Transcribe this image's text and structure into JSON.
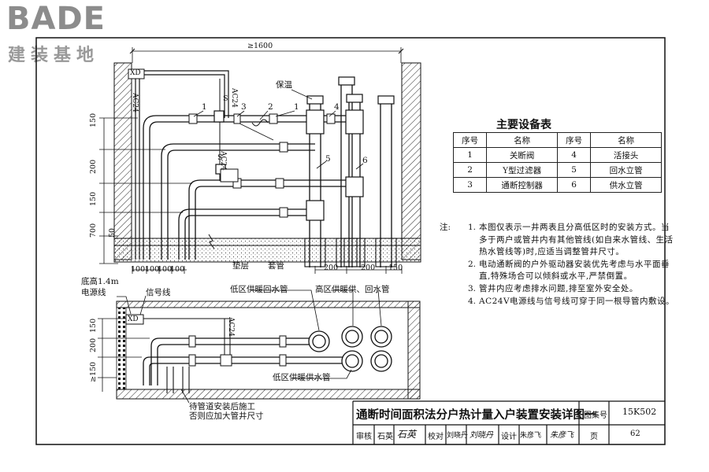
{
  "logo": {
    "main": "BADE",
    "sub": "建装基地"
  },
  "equipment_table": {
    "title": "主要设备表",
    "headers": [
      "序号",
      "名称",
      "序号",
      "名称"
    ],
    "rows": [
      [
        "1",
        "关断阀",
        "4",
        "活接头"
      ],
      [
        "2",
        "Y型过滤器",
        "5",
        "回水立管"
      ],
      [
        "3",
        "通断控制器",
        "6",
        "供水立管"
      ]
    ]
  },
  "notes": {
    "lead": "注:",
    "items": [
      {
        "num": "1.",
        "text": "本图仅表示一井两表且分高低区时的安装方式。当多于两户或管井内有其他管线(如自来水管线、生活热水管线等)时,应适当调整管井尺寸。"
      },
      {
        "num": "2.",
        "text": "电动通断阀的户外驱动器安装优先考虑与水平面垂直,特殊场合可以倾斜或水平,严禁倒置。"
      },
      {
        "num": "3.",
        "text": "管井内应考虑排水问题,排至室外安全处。"
      },
      {
        "num": "4.",
        "text": "AC24V电源线与信号线可穿于同一根导管内敷设。"
      }
    ]
  },
  "labels": {
    "dim_top": "≥1600",
    "xd_top": "XD",
    "ac24_a": "AC24",
    "ac24_b": "AC24",
    "ac24_c": "AC24",
    "s_a": "S",
    "s_b": "S",
    "baowen": "保温",
    "n1a": "1",
    "n3": "3",
    "n2": "2",
    "n1b": "1",
    "n4": "4",
    "n5": "5",
    "n6": "6",
    "dianceng": "垫层",
    "taoguan": "套管",
    "v150a": "150",
    "v200": "200",
    "v150b": "150",
    "v700": "700",
    "v50": "50",
    "h100s": [
      "100",
      "100",
      "100",
      "100"
    ],
    "h200a": "200",
    "h200b": "200",
    "h150": "150",
    "digao": "底高1.4m",
    "dianyuanxian": "电源线",
    "xinhaoxian": "信号线",
    "low_return": "低区供暖回水管",
    "high_pipes": "高区供暖供、回水管",
    "low_supply": "低区供暖供水管",
    "xd_plan": "XD",
    "ac24_plan": "AC24",
    "p150a": "150",
    "p200": "200",
    "p150b": "≥150",
    "pending1": "待管道安装后施工",
    "pending2": "否则应加大管井尺寸"
  },
  "title_block": {
    "title": "通断时间面积法分户热计量入户装置安装详图一",
    "atlas_label": "图集号",
    "atlas_no": "15K502",
    "review_label": "审核",
    "review_name": "石英",
    "review_sig": "石英",
    "check_label": "校对",
    "check_name": "刘晓丹",
    "check_sig": "刘晓丹",
    "design_label": "设计",
    "design_name": "朱彦飞",
    "design_sig": "朱彦飞",
    "page_label": "页",
    "page_no": "62"
  }
}
